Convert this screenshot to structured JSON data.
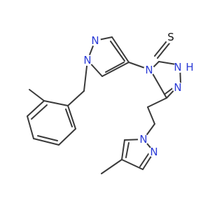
{
  "structure": {
    "atom_labels": {
      "thione_sulfur": "S",
      "triazole_nh": "N",
      "triazole_nh_hydrogen": "H",
      "triazole_n2": "N",
      "triazole_n4": "N",
      "upper_pyrazole_n1": "N",
      "upper_pyrazole_n2": "N",
      "lower_pyrazole_n1": "N",
      "lower_pyrazole_n2": "N"
    },
    "colors": {
      "bond": "#3a3a3a",
      "nitrogen": "#2b3bd6",
      "sulfur": "#111111",
      "background": "#ffffff"
    }
  }
}
